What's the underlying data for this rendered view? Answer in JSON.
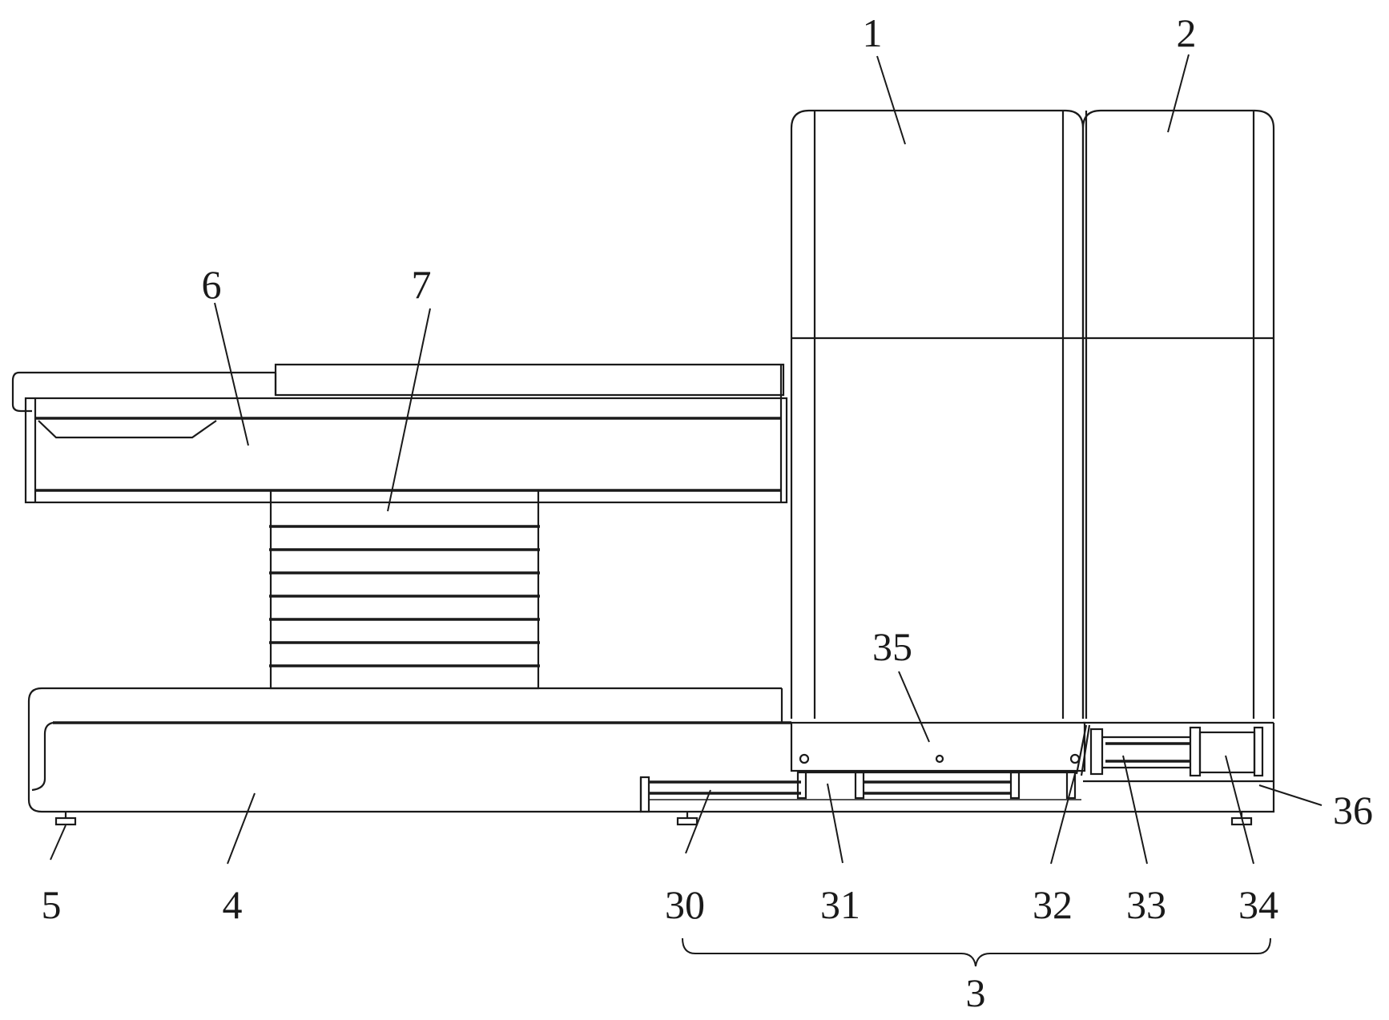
{
  "figure": {
    "background": "#ffffff",
    "line_color": "#1a1a1a",
    "labels": {
      "l1": "1",
      "l2": "2",
      "l3": "3",
      "l4": "4",
      "l5": "5",
      "l6": "6",
      "l7": "7",
      "l30": "30",
      "l31": "31",
      "l32": "32",
      "l33": "33",
      "l34": "34",
      "l35": "35",
      "l36": "36"
    }
  }
}
